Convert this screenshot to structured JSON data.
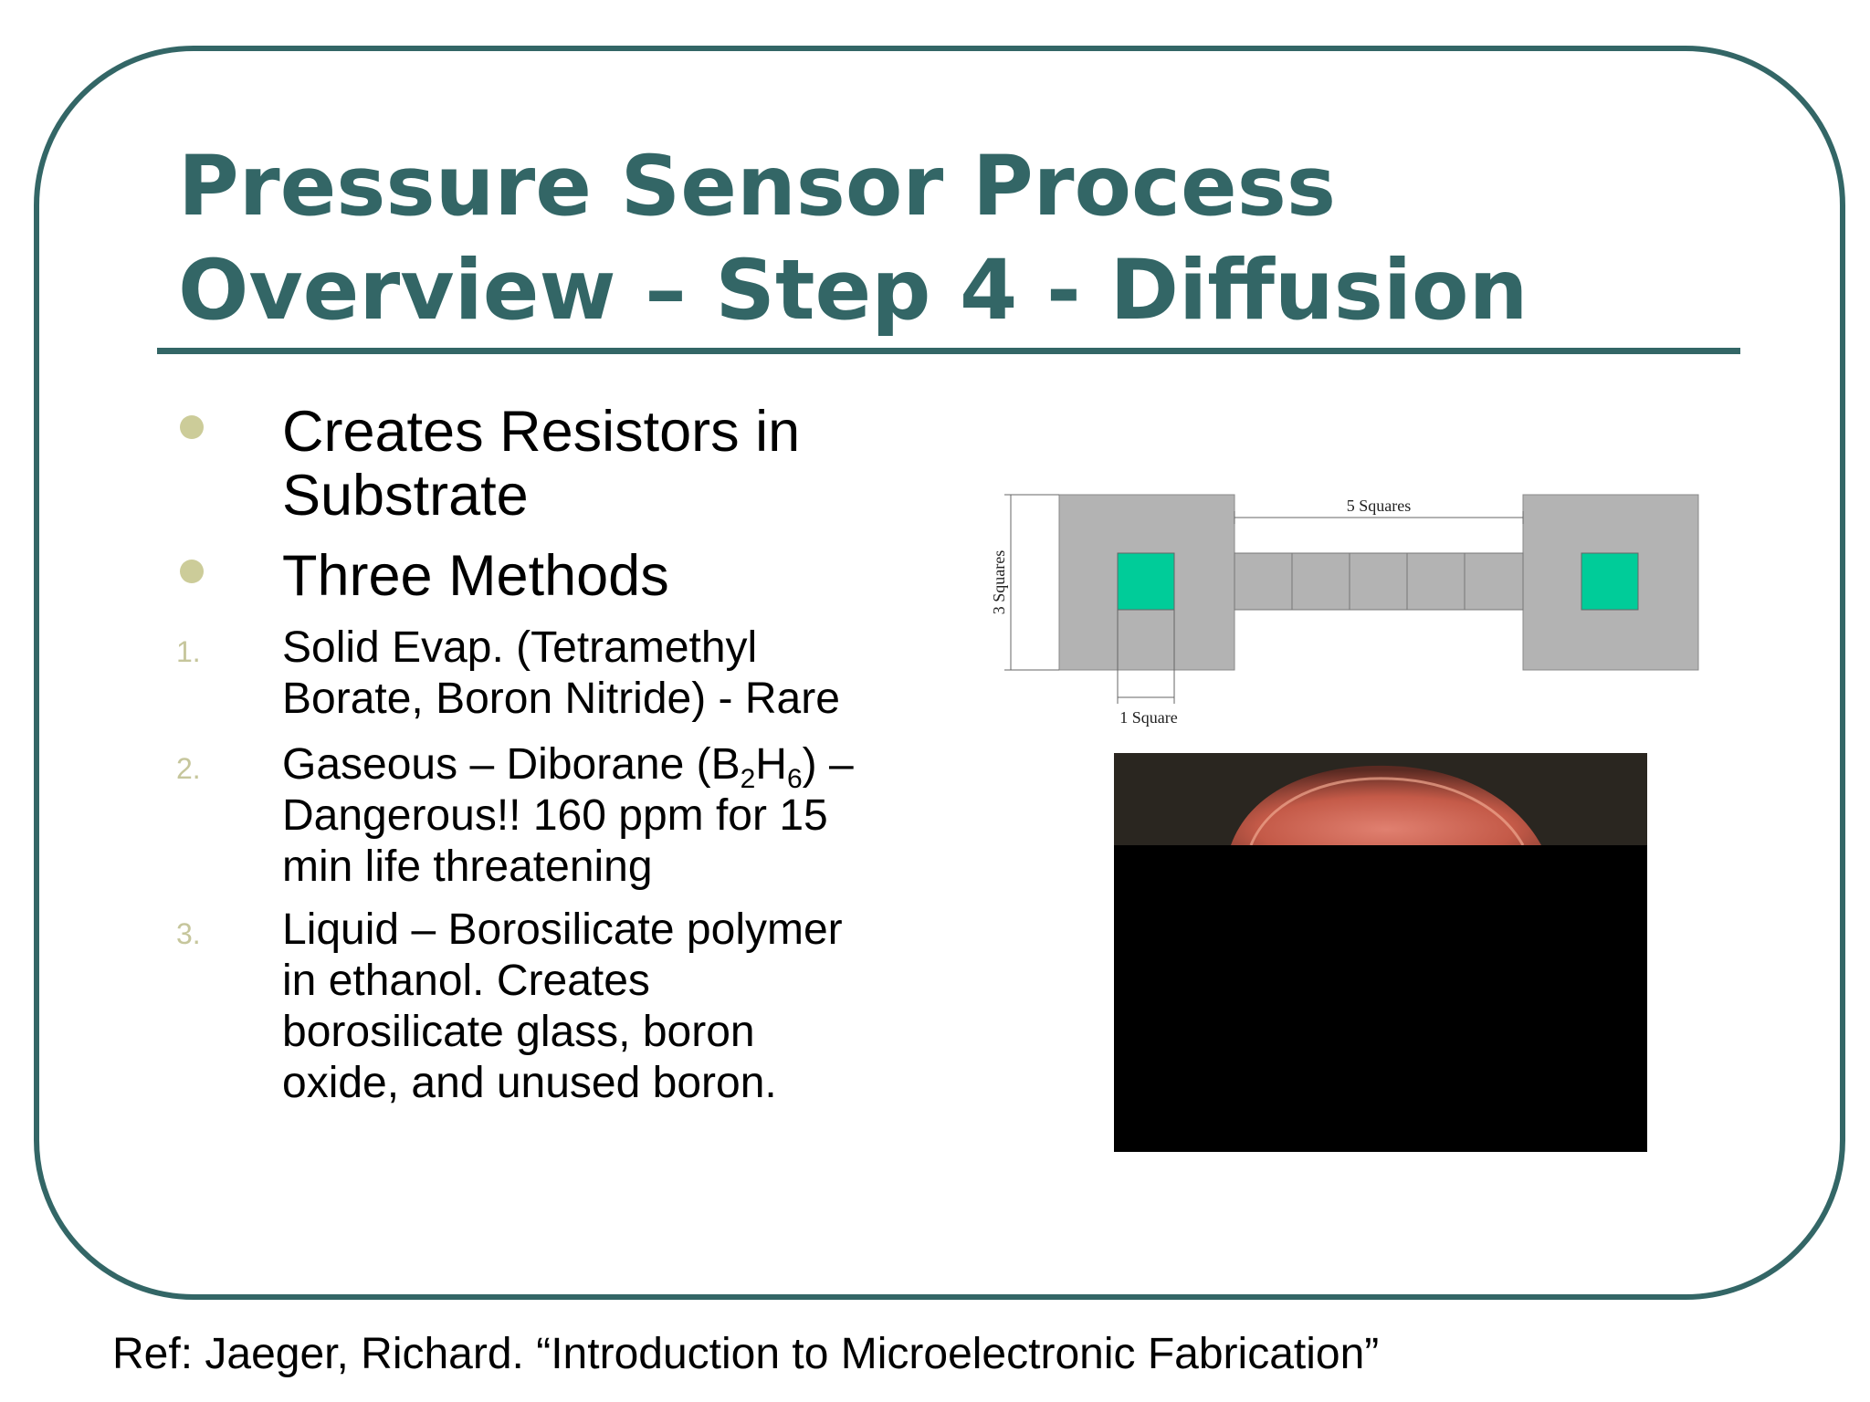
{
  "slide": {
    "title_line1": "Pressure Sensor Process",
    "title_line2": "Overview – Step 4 - Diffusion",
    "bullets": [
      {
        "line1": "Creates Resistors in",
        "line2": "Substrate"
      },
      {
        "line1": "Three Methods"
      }
    ],
    "numbered": [
      {
        "number": "1.",
        "lines": [
          "Solid Evap. (Tetramethyl",
          "Borate, Boron Nitride) - Rare"
        ]
      },
      {
        "number": "2.",
        "line1_before": "Gaseous – Diborane (B",
        "sub1": "2",
        "mid": "H",
        "sub2": "6",
        "line1_after": ") –",
        "lines": [
          "Dangerous!! 160 ppm for 15",
          "min life threatening"
        ]
      },
      {
        "number": "3.",
        "lines": [
          "Liquid – Borosilicate polymer",
          "in ethanol. Creates",
          "borosilicate glass, boron",
          "oxide, and unused boron."
        ]
      }
    ],
    "reference": "Ref: Jaeger, Richard.  “Introduction to Microelectronic Fabrication”"
  },
  "diagram": {
    "label_length": "5 Squares",
    "label_height": "3 Squares",
    "label_width": "1 Square",
    "colors": {
      "pad": "#b3b3b3",
      "contact": "#00cc99",
      "line": "#666666"
    }
  },
  "colors": {
    "accent": "#336666",
    "bullet": "#cccc99",
    "number": "#c6c69c"
  }
}
